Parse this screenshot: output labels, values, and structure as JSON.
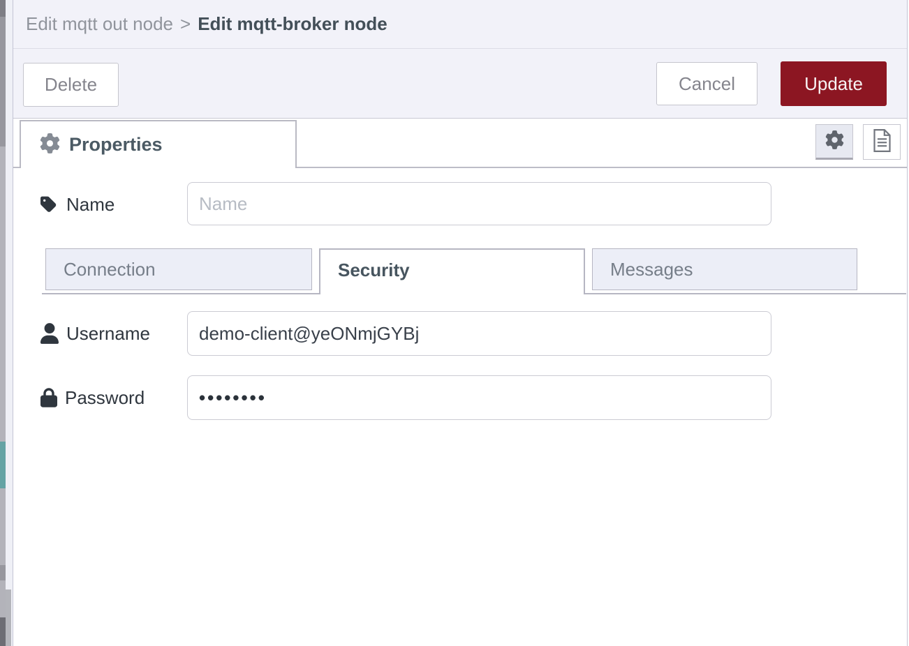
{
  "header": {
    "breadcrumb_parent": "Edit mqtt out node",
    "breadcrumb_separator": ">",
    "breadcrumb_current": "Edit mqtt-broker node"
  },
  "toolbar": {
    "delete_label": "Delete",
    "cancel_label": "Cancel",
    "update_label": "Update"
  },
  "editor_tab_bar": {
    "properties_label": "Properties",
    "icons": [
      "gear-icon",
      "document-icon"
    ]
  },
  "form": {
    "name": {
      "label": "Name",
      "value": "",
      "placeholder": "Name",
      "icon": "tag-icon"
    },
    "tabs": [
      {
        "label": "Connection",
        "active": false
      },
      {
        "label": "Security",
        "active": true
      },
      {
        "label": "Messages",
        "active": false
      }
    ],
    "username": {
      "label": "Username",
      "value": "demo-client@yeONmjGYBj",
      "icon": "user-icon"
    },
    "password": {
      "label": "Password",
      "display_value": "••••••••",
      "icon": "lock-icon"
    }
  },
  "colors": {
    "accent_red": "#8c1622",
    "tray_header_bg": "#f2f2f9",
    "inactive_tab_bg": "#eceef7",
    "border_gray": "#b6b6c2",
    "label_text": "#2f363e",
    "heading_text": "#434f58"
  }
}
